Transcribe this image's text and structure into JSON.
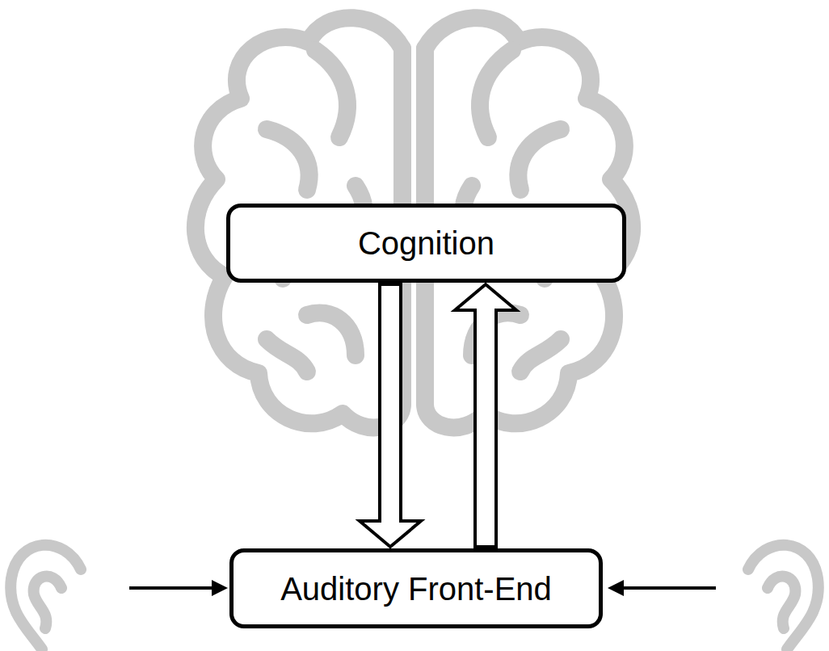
{
  "diagram": {
    "nodes": [
      {
        "text": [
          "Cognition"
        ]
      },
      {
        "text": [
          "Auditory Front-End"
        ]
      }
    ],
    "edges": [
      {
        "from": 0,
        "to": 1,
        "arrow": "to"
      },
      {
        "from": 1,
        "to": 0,
        "arrow": "to"
      }
    ]
  }
}
